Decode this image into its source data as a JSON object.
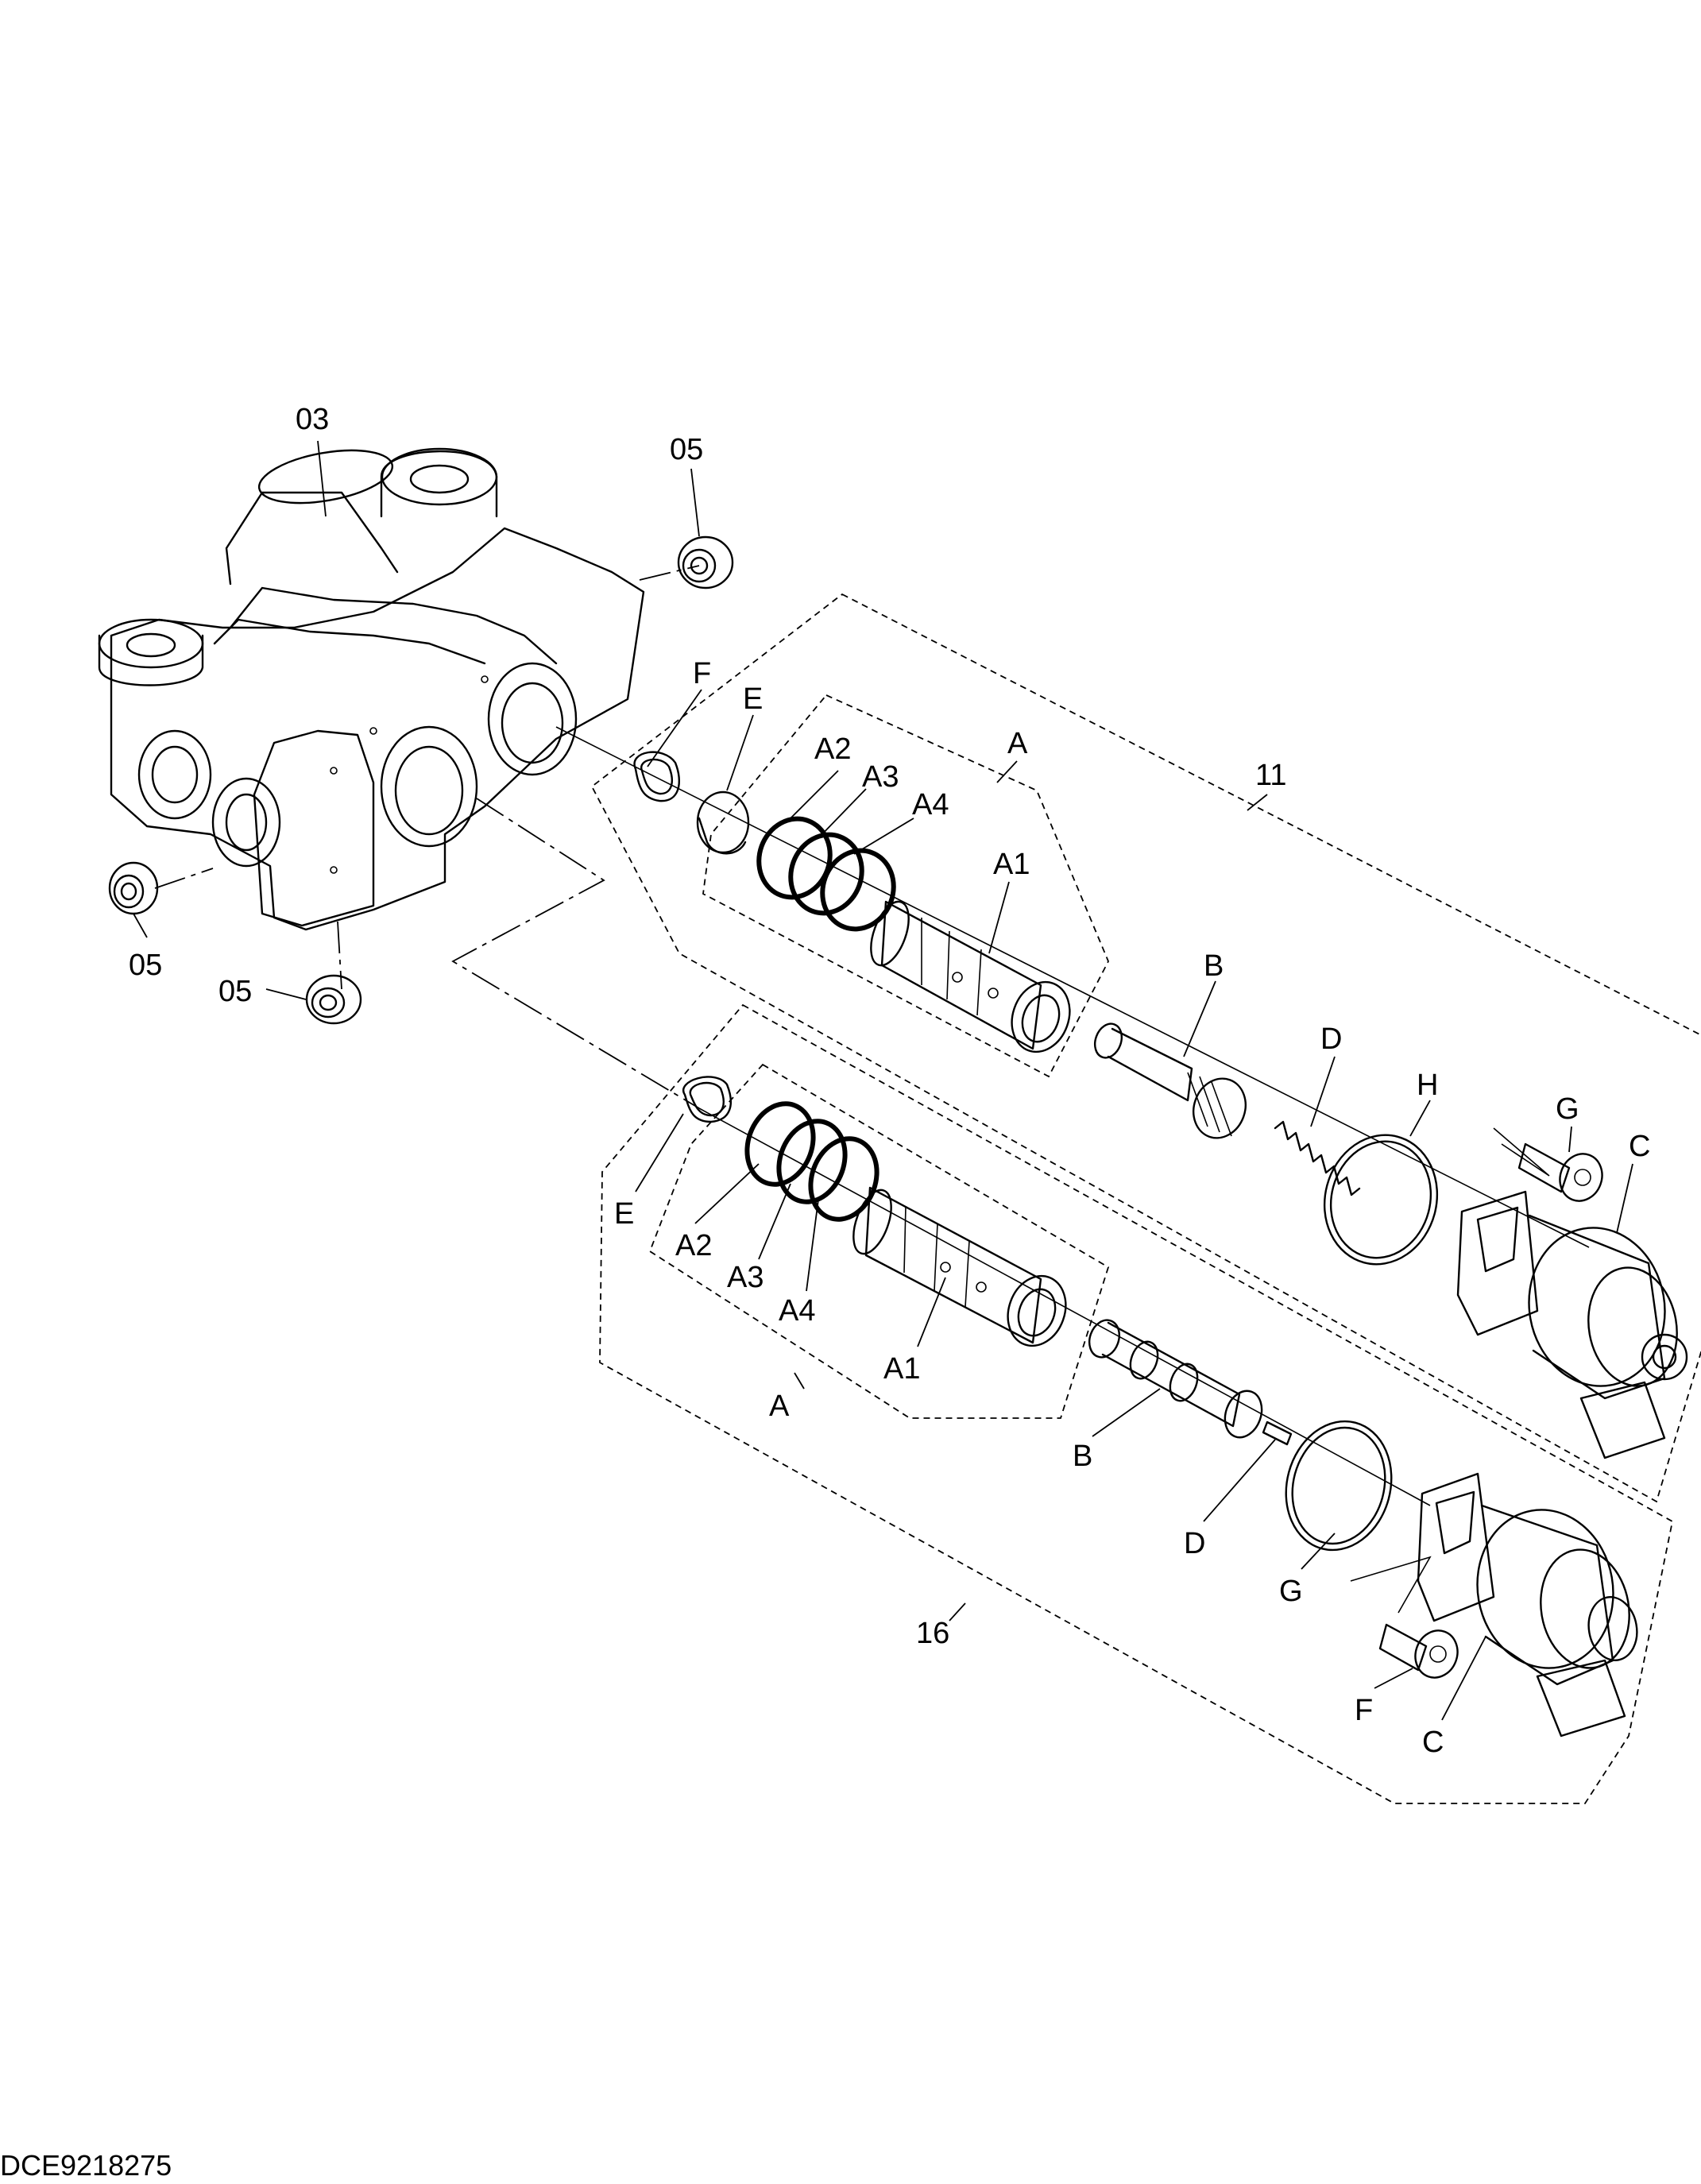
{
  "drawing": {
    "code": "DCE9218275",
    "callouts": {
      "body": "03",
      "plug_top": "05",
      "plug_left": "05",
      "plug_bottom": "05",
      "assy_upper": "11",
      "assy_lower": "16",
      "u_F": "F",
      "u_E": "E",
      "u_A": "A",
      "u_A1": "A1",
      "u_A2": "A2",
      "u_A3": "A3",
      "u_A4": "A4",
      "u_B": "B",
      "u_D": "D",
      "u_H": "H",
      "u_G": "G",
      "u_C": "C",
      "l_E": "E",
      "l_A2": "A2",
      "l_A3": "A3",
      "l_A4": "A4",
      "l_A1": "A1",
      "l_A": "A",
      "l_B": "B",
      "l_D": "D",
      "l_G": "G",
      "l_F": "F",
      "l_C": "C"
    }
  }
}
